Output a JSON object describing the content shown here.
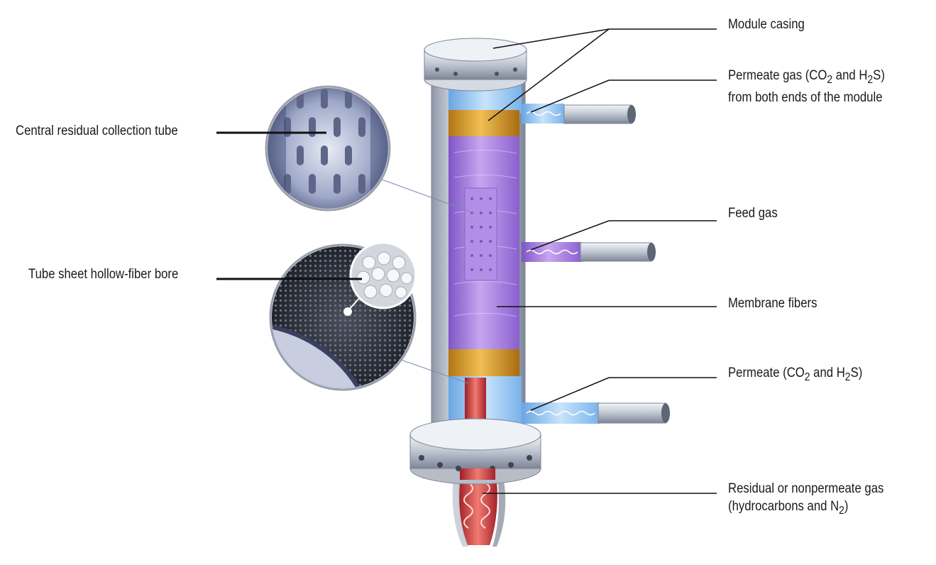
{
  "labels": {
    "module_casing": {
      "text": "Module casing"
    },
    "permeate_gas_top": {
      "line1": {
        "pre": "Permeate gas (CO",
        "sub1": "2",
        "mid": " and H",
        "sub2": "2",
        "post": "S)"
      },
      "line2": "from both ends of the module"
    },
    "central_tube": {
      "text": "Central residual collection tube"
    },
    "feed_gas": {
      "text": "Feed gas"
    },
    "tube_sheet": {
      "text": "Tube sheet hollow-fiber bore"
    },
    "membrane_fibers": {
      "text": "Membrane fibers"
    },
    "permeate_bottom": {
      "pre": "Permeate (CO",
      "sub1": "2",
      "mid": " and H",
      "sub2": "2",
      "post": "S)"
    },
    "residual_gas": {
      "line1": "Residual or nonpermeate gas",
      "line2": {
        "pre": "(hydrocarbons and N",
        "sub": "2",
        "post": ")"
      }
    }
  },
  "colors": {
    "steel": "#c9cdd6",
    "feed_purple": "#a67ad8",
    "permeate_blue": "#8ec4ef",
    "residual_red": "#c8323a",
    "tube_sheet_gold": "#d89a2a",
    "leader_line": "#111111"
  }
}
